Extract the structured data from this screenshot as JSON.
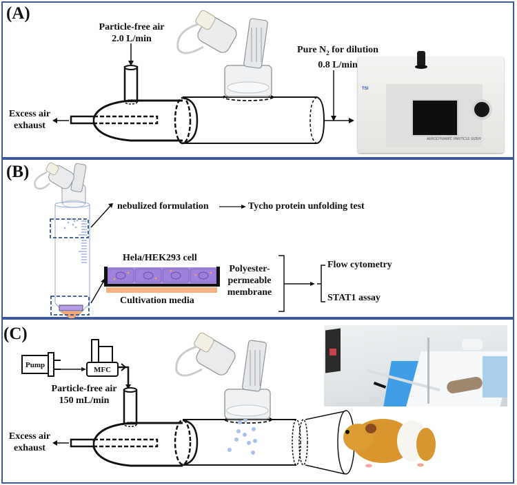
{
  "figure": {
    "panels": [
      {
        "id": "A",
        "label": "(A)"
      },
      {
        "id": "B",
        "label": "(B)"
      },
      {
        "id": "C",
        "label": "(C)"
      }
    ]
  },
  "panelA": {
    "inlet_label_line1": "Particle-free air",
    "inlet_label_line2": "2.0 L/min",
    "exhaust_line1": "Excess air",
    "exhaust_line2": "exhaust",
    "dilution_prefix": "Pure N",
    "dilution_sub": "2",
    "dilution_suffix": " for dilution",
    "dilution_rate": "0.8 L/min",
    "device_name": "AERODYNAMIC PARTICLE SIZER",
    "device_brand": "TSI"
  },
  "panelB": {
    "nebulized_label": "nebulized formulation",
    "tycho_label": "Tycho protein unfolding test",
    "cell_label": "Hela/HEK293 cell",
    "media_label": "Cultivation media",
    "membrane_line1": "Polyester-",
    "membrane_line2": "permeable",
    "membrane_line3": "membrane",
    "assays": [
      "Flow cytometry",
      "STAT1 assay"
    ]
  },
  "panelC": {
    "pump_label": "Pump",
    "mfc_label": "MFC",
    "inlet_label_line1": "Particle-free air",
    "inlet_label_line2": "150 mL/min",
    "exhaust_line1": "Excess air",
    "exhaust_line2": "exhaust",
    "subject": "guinea pig"
  },
  "colors": {
    "panel_border": "#3c5a9a",
    "droplet": "#a9c3e8",
    "cell_fill": "#a98ce0",
    "media_fill": "#f4b183",
    "dash_box": "#2f4f8f",
    "guinea_orange": "#d9962e"
  }
}
